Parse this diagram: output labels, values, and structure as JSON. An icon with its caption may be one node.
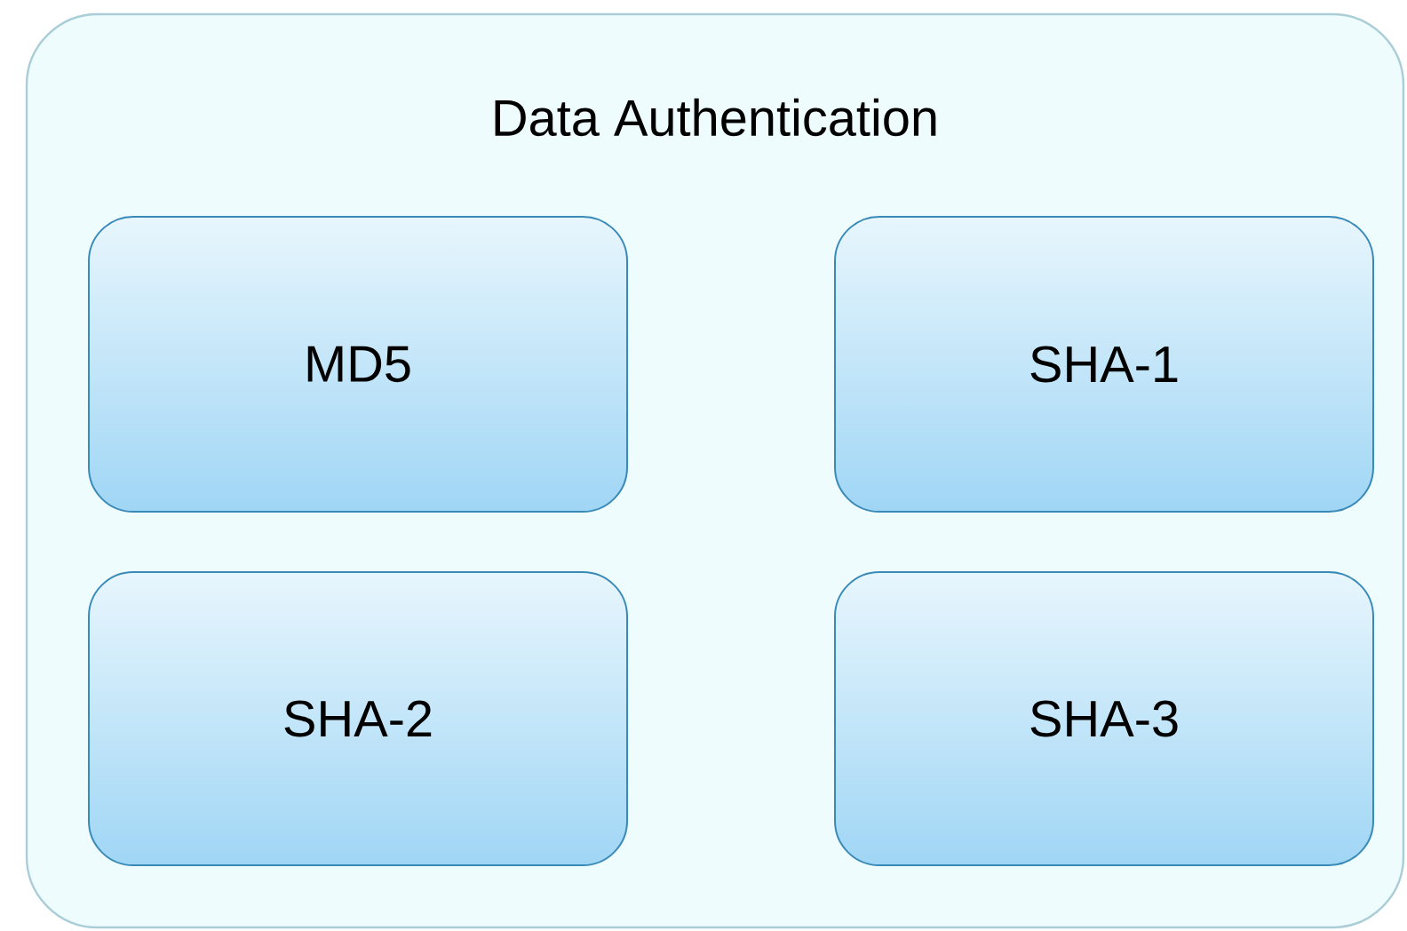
{
  "diagram": {
    "nodes": [
      {
        "text": [
          "Data Authentication"
        ]
      },
      {
        "text": [
          "MD5"
        ],
        "in": 0
      },
      {
        "text": [
          "SHA-1"
        ],
        "in": 0
      },
      {
        "text": [
          "SHA-2"
        ],
        "in": 0
      },
      {
        "text": [
          "SHA-3"
        ],
        "in": 0
      }
    ]
  }
}
